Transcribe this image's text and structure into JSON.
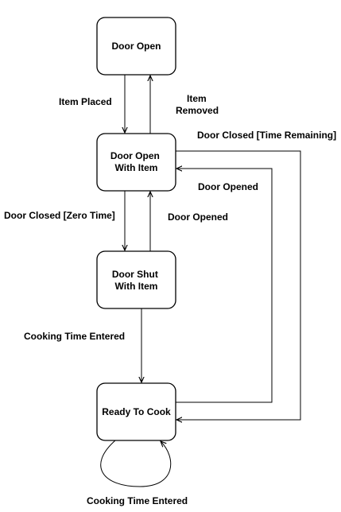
{
  "colors": {
    "stroke": "#000000",
    "background": "#ffffff"
  },
  "states": {
    "door_open": [
      "Door Open"
    ],
    "door_open_with_item": [
      "Door Open",
      "With Item"
    ],
    "door_shut_with_item": [
      "Door Shut",
      "With Item"
    ],
    "ready_to_cook": [
      "Ready To Cook"
    ]
  },
  "transitions": {
    "item_placed": [
      "Item Placed"
    ],
    "item_removed": [
      "Item",
      "Removed"
    ],
    "door_closed_time_remaining": [
      "Door Closed [Time Remaining]"
    ],
    "door_opened_from_ready": [
      "Door Opened"
    ],
    "door_closed_zero_time": [
      "Door Closed [Zero Time]"
    ],
    "door_opened_from_shut": [
      "Door Opened"
    ],
    "cooking_time_entered": [
      "Cooking Time Entered"
    ],
    "cooking_time_entered_self": [
      "Cooking Time Entered"
    ]
  }
}
